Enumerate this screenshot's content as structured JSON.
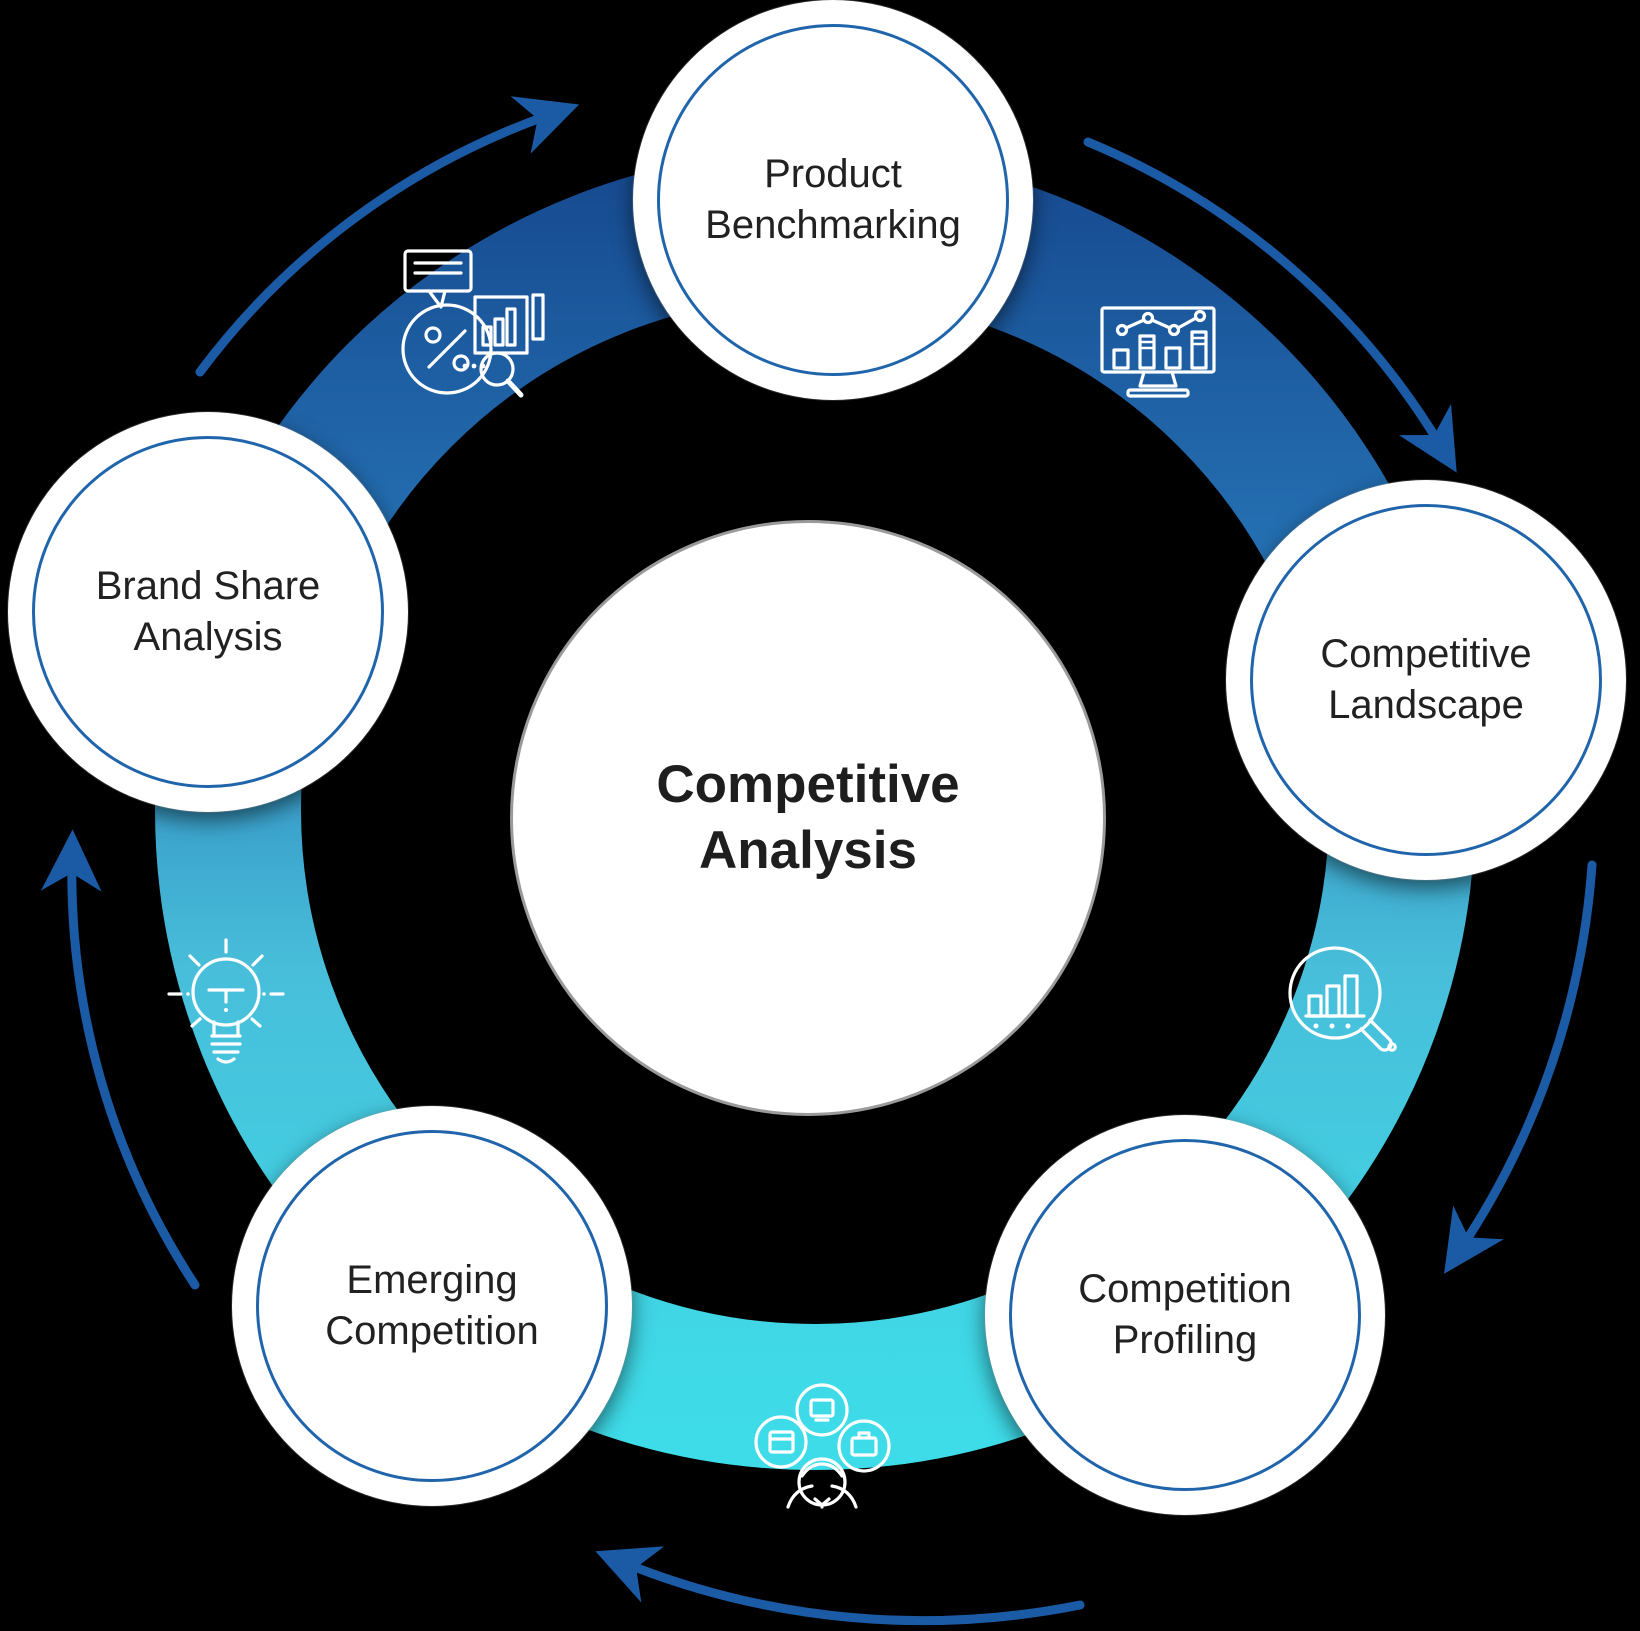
{
  "diagram": {
    "type": "cycle",
    "flow_direction": "clockwise",
    "center": {
      "label": "Competitive Analysis"
    },
    "nodes": [
      {
        "id": "product-benchmarking",
        "label": "Product Benchmarking",
        "position": "top"
      },
      {
        "id": "competitive-landscape",
        "label": "Competitive Landscape",
        "position": "right"
      },
      {
        "id": "competition-profiling",
        "label": "Competition Profiling",
        "position": "bottom-right"
      },
      {
        "id": "emerging-competition",
        "label": "Emerging Competition",
        "position": "bottom-left"
      },
      {
        "id": "brand-share-analysis",
        "label": "Brand Share Analysis",
        "position": "left"
      }
    ],
    "ring_icons": [
      {
        "icon": "market-analysis-icon",
        "segment": "between Brand Share Analysis and Product Benchmarking"
      },
      {
        "icon": "dashboard-chart-icon",
        "segment": "between Product Benchmarking and Competitive Landscape"
      },
      {
        "icon": "search-chart-icon",
        "segment": "between Competitive Landscape and Competition Profiling"
      },
      {
        "icon": "competitor-people-icon",
        "segment": "between Competition Profiling and Emerging Competition"
      },
      {
        "icon": "idea-bulb-icon",
        "segment": "between Emerging Competition and Brand Share Analysis"
      }
    ],
    "arrows": {
      "count": 5,
      "direction": "clockwise"
    },
    "colors": {
      "ring_gradient_top": "#16488E",
      "ring_gradient_mid": "#48BEDA",
      "ring_gradient_bottom": "#3EDCE9",
      "arrow": "#1B5AA5",
      "node_inner_ring": "#2065AB",
      "center_border": "#9A9A9A",
      "node_fill": "#FFFFFF",
      "icon": "#FFFFFF",
      "text": "#212121",
      "background": "#000000"
    }
  }
}
